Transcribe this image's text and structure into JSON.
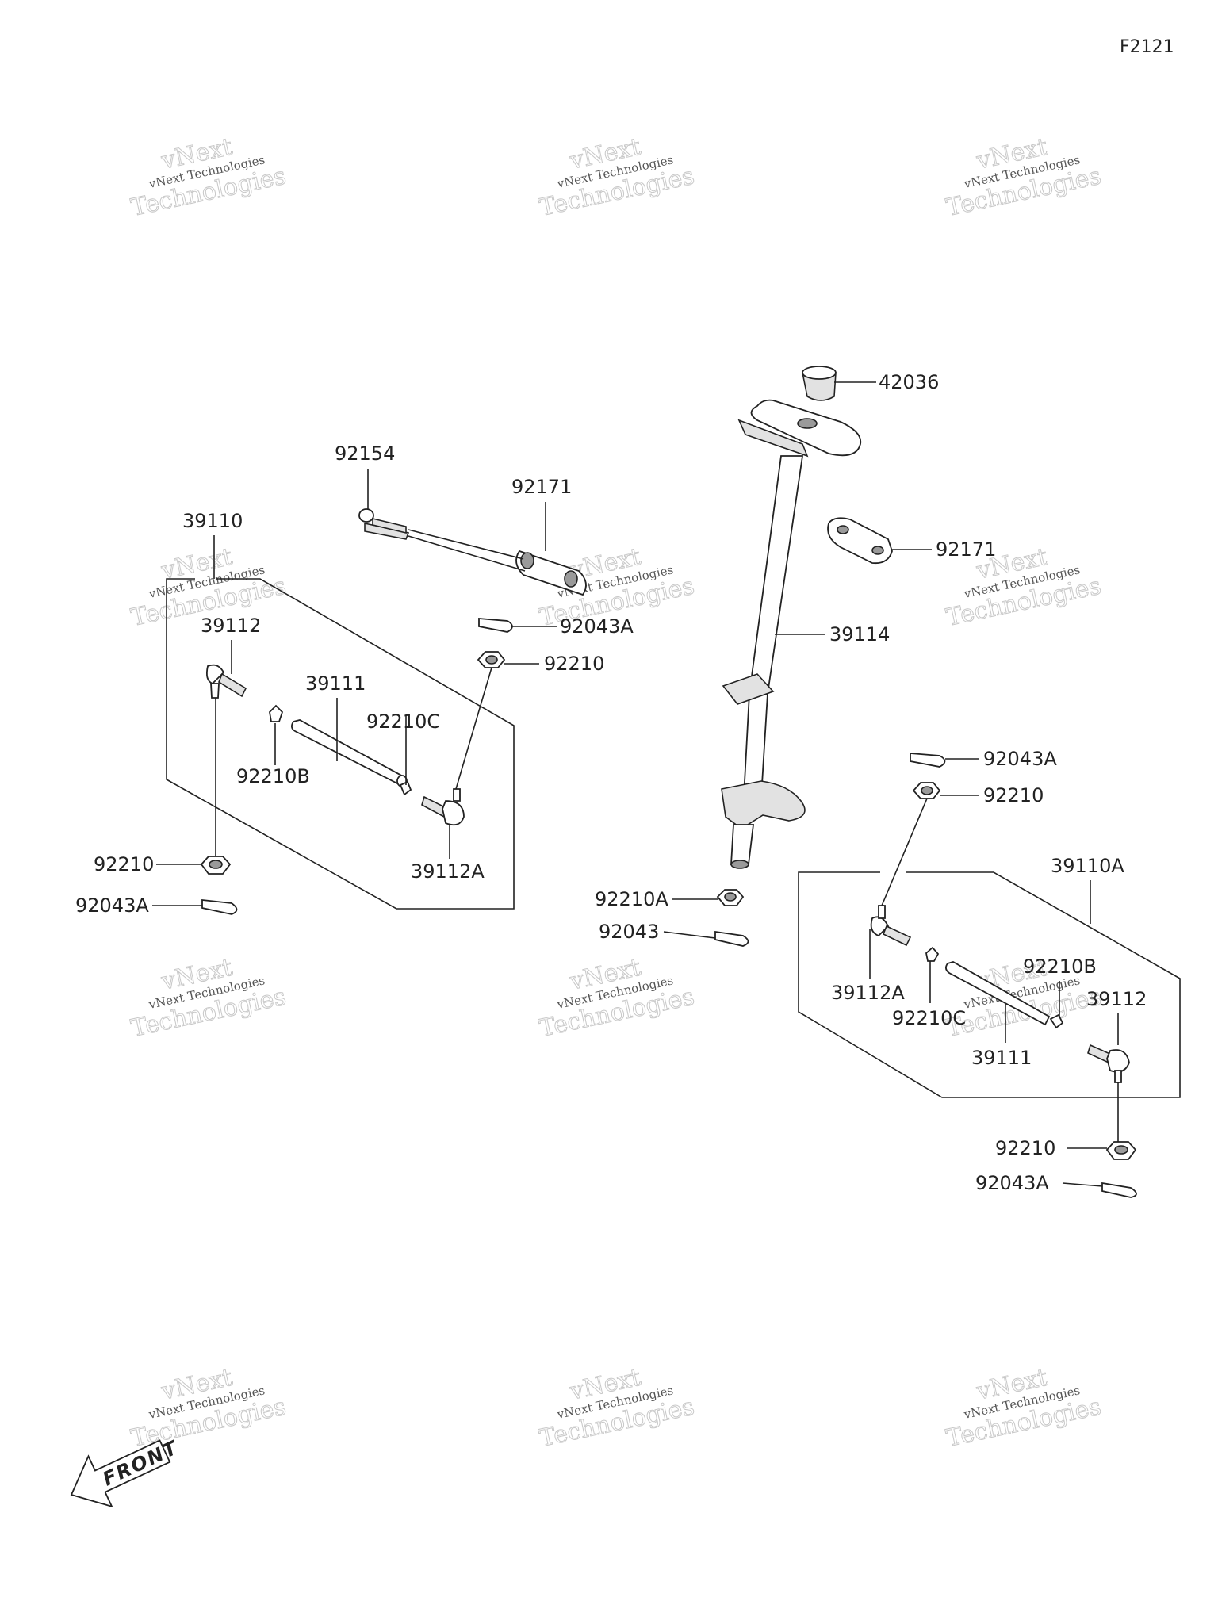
{
  "figure_code": "F2121",
  "front_label": "FRONT",
  "watermark": {
    "top_text": "vNext",
    "line_text": "vNext Technologies",
    "bottom_text": "Technologies"
  },
  "callouts": [
    {
      "id": "c-42036",
      "text": "42036"
    },
    {
      "id": "c-92154",
      "text": "92154"
    },
    {
      "id": "c-92171-l",
      "text": "92171"
    },
    {
      "id": "c-92171-r",
      "text": "92171"
    },
    {
      "id": "c-39110",
      "text": "39110"
    },
    {
      "id": "c-39112-l",
      "text": "39112"
    },
    {
      "id": "c-92043A-top",
      "text": "92043A"
    },
    {
      "id": "c-92210-top",
      "text": "92210"
    },
    {
      "id": "c-39114",
      "text": "39114"
    },
    {
      "id": "c-39111-l",
      "text": "39111"
    },
    {
      "id": "c-92210C-l",
      "text": "92210C"
    },
    {
      "id": "c-92210B-l",
      "text": "92210B"
    },
    {
      "id": "c-39112A-l",
      "text": "39112A"
    },
    {
      "id": "c-92210-l",
      "text": "92210"
    },
    {
      "id": "c-92043A-l",
      "text": "92043A"
    },
    {
      "id": "c-92043A-r1",
      "text": "92043A"
    },
    {
      "id": "c-92210-r1",
      "text": "92210"
    },
    {
      "id": "c-39110A",
      "text": "39110A"
    },
    {
      "id": "c-92210A",
      "text": "92210A"
    },
    {
      "id": "c-92043",
      "text": "92043"
    },
    {
      "id": "c-92210B-r",
      "text": "92210B"
    },
    {
      "id": "c-39112-r",
      "text": "39112"
    },
    {
      "id": "c-39112A-r",
      "text": "39112A"
    },
    {
      "id": "c-92210C-r",
      "text": "92210C"
    },
    {
      "id": "c-39111-r",
      "text": "39111"
    },
    {
      "id": "c-92210-r2",
      "text": "92210"
    },
    {
      "id": "c-92043A-r2",
      "text": "92043A"
    }
  ]
}
